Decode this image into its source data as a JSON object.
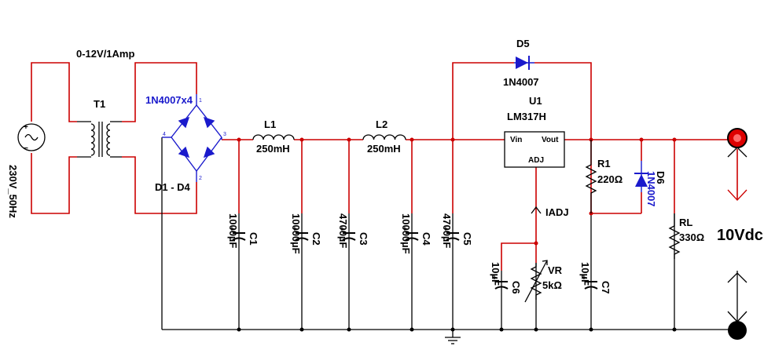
{
  "source": {
    "label": "230V_50Hz"
  },
  "transformer": {
    "ref": "T1",
    "rating": "0-12V/1Amp"
  },
  "bridge": {
    "part": "1N4007x4",
    "ref": "D1 - D4",
    "pin1": "1",
    "pin2": "2",
    "pin3": "3",
    "pin4": "4"
  },
  "inductors": [
    {
      "ref": "L1",
      "value": "250mH"
    },
    {
      "ref": "L2",
      "value": "250mH"
    }
  ],
  "capacitors": [
    {
      "ref": "C1",
      "value": "1000µF"
    },
    {
      "ref": "C2",
      "value": "10000µF"
    },
    {
      "ref": "C3",
      "value": "4700µF"
    },
    {
      "ref": "C4",
      "value": "10000µF"
    },
    {
      "ref": "C5",
      "value": "4700µF"
    },
    {
      "ref": "C6",
      "value": "10µF"
    },
    {
      "ref": "C7",
      "value": "10µF"
    }
  ],
  "regulator": {
    "ref": "U1",
    "part": "LM317H",
    "vin": "Vin",
    "vout": "Vout",
    "adj": "ADJ"
  },
  "diode_d5": {
    "ref": "D5",
    "part": "1N4007"
  },
  "diode_d6": {
    "ref": "D6",
    "part": "1N4007"
  },
  "resistor_r1": {
    "ref": "R1",
    "value": "220Ω"
  },
  "resistor_rl": {
    "ref": "RL",
    "value": "330Ω"
  },
  "pot_vr": {
    "ref": "VR",
    "value": "5kΩ"
  },
  "current_label": "IADJ",
  "output_label": "10Vdc",
  "colors": {
    "wire_red": "#cc0000",
    "wire_black": "#000000",
    "component_blue": "#1a1acc",
    "terminal_red": "#dd0000"
  }
}
